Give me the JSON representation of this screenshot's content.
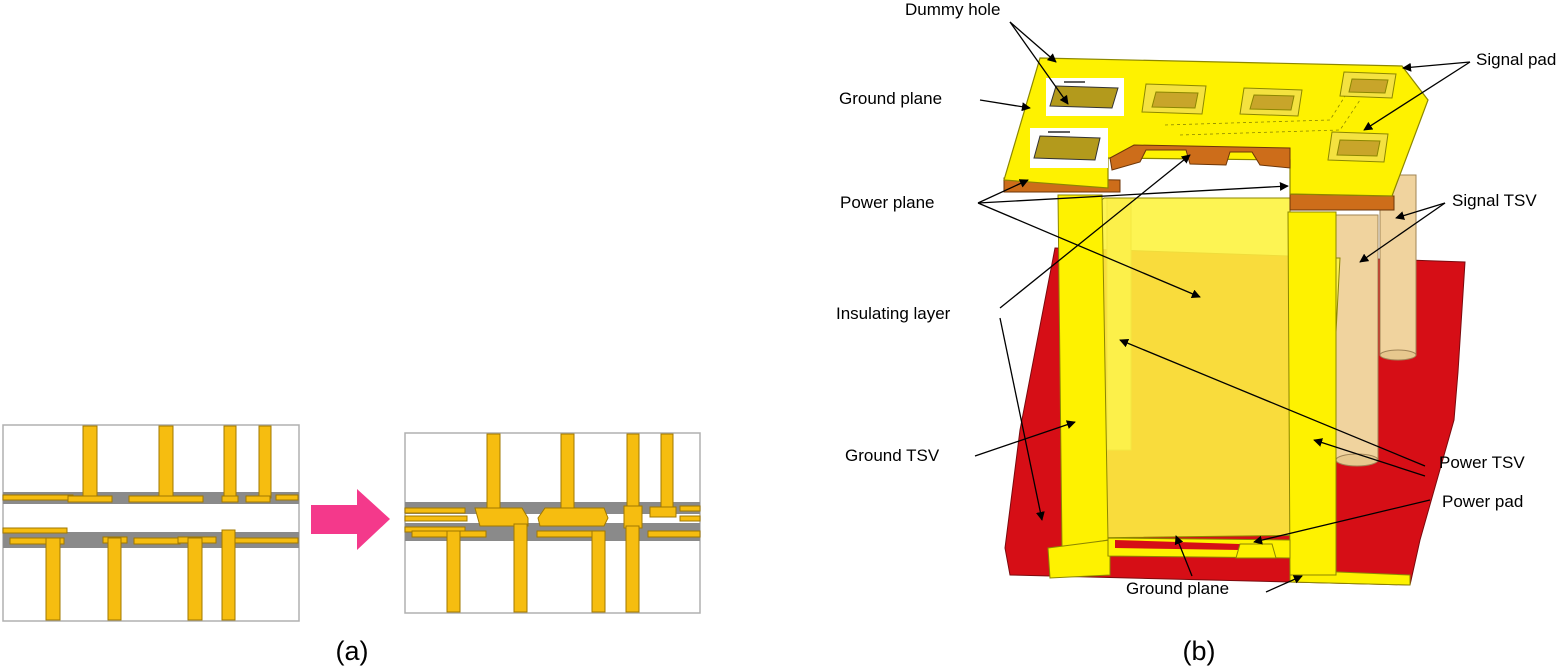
{
  "captions": {
    "a": "(a)",
    "b": "(b)"
  },
  "labels": {
    "dummy_hole": "Dummy hole",
    "ground_plane_top": "Ground plane",
    "signal_pad": "Signal pad",
    "power_plane": "Power plane",
    "signal_tsv": "Signal TSV",
    "insulating_layer": "Insulating layer",
    "ground_tsv": "Ground TSV",
    "power_tsv": "Power TSV",
    "power_pad": "Power pad",
    "ground_plane_bottom": "Ground plane"
  },
  "colors": {
    "gold": "#f6bd10",
    "gold_edge": "#a07800",
    "gray_layer": "#8a8a8a",
    "bright_yellow": "#fef200",
    "yellow_edge": "#8c8700",
    "copper": "#cd6d1a",
    "tan_tsv": "#f0d39e",
    "red_substrate": "#d60e16",
    "magenta_arrow": "#f4398b",
    "pad_olive": "#b39a1c"
  }
}
